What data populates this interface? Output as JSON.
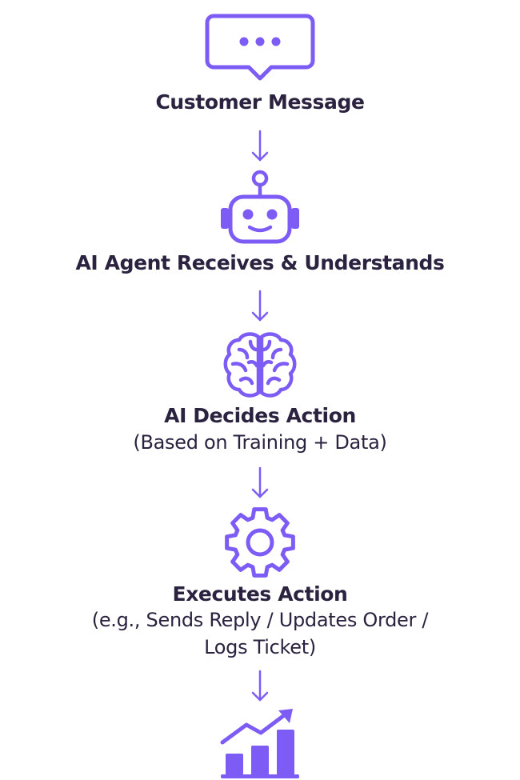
{
  "colors": {
    "accent": "#7c5cf5",
    "text": "#2b2240"
  },
  "steps": [
    {
      "icon": "chat-bubble-icon",
      "title": "Customer Message"
    },
    {
      "icon": "robot-icon",
      "title": "AI Agent Receives & Understands"
    },
    {
      "icon": "brain-icon",
      "title": "AI Decides Action",
      "subtitle": "(Based on Training + Data)"
    },
    {
      "icon": "gear-icon",
      "title": "Executes Action",
      "subtitle_lines": [
        "(e.g., Sends Reply / Updates Order /",
        "Logs Ticket)"
      ]
    },
    {
      "icon": "growth-chart-icon"
    }
  ]
}
